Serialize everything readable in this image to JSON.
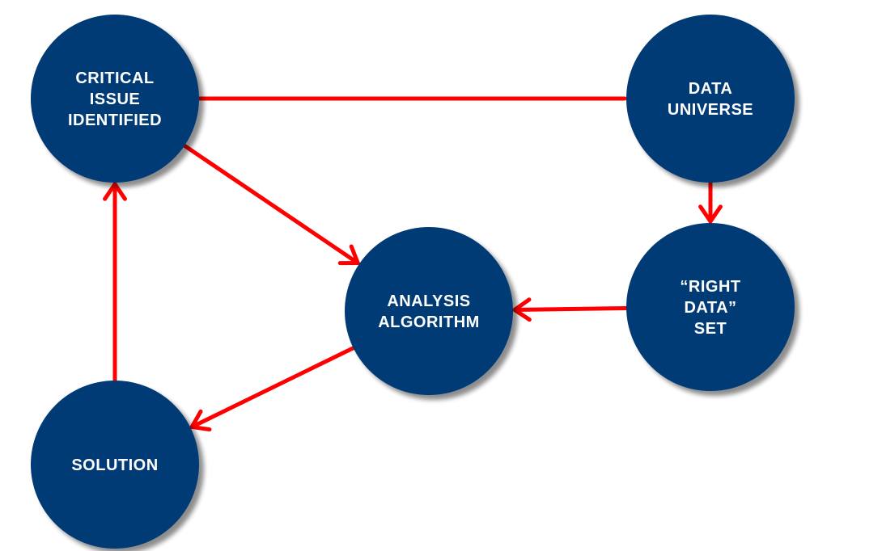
{
  "colors": {
    "node_fill": "#003a75",
    "edge": "#ff0000",
    "text": "#ffffff",
    "background": "#ffffff"
  },
  "nodes": [
    {
      "id": "critical-issue",
      "lines": [
        "CRITICAL",
        "ISSUE",
        "IDENTIFIED"
      ]
    },
    {
      "id": "data-universe",
      "lines": [
        "DATA",
        "UNIVERSE"
      ]
    },
    {
      "id": "analysis-algorithm",
      "lines": [
        "ANALYSIS",
        "ALGORITHM"
      ]
    },
    {
      "id": "right-data-set",
      "lines": [
        "“RIGHT",
        "DATA”",
        "SET"
      ]
    },
    {
      "id": "solution",
      "lines": [
        "SOLUTION"
      ]
    }
  ],
  "edges": [
    {
      "from": "critical-issue",
      "to": "data-universe",
      "arrow": false
    },
    {
      "from": "data-universe",
      "to": "right-data-set",
      "arrow": true
    },
    {
      "from": "right-data-set",
      "to": "analysis-algorithm",
      "arrow": true
    },
    {
      "from": "critical-issue",
      "to": "analysis-algorithm",
      "arrow": true
    },
    {
      "from": "analysis-algorithm",
      "to": "solution",
      "arrow": true
    },
    {
      "from": "solution",
      "to": "critical-issue",
      "arrow": true
    }
  ]
}
